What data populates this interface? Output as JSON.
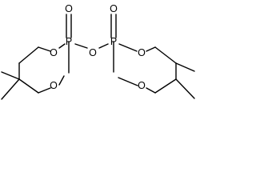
{
  "molecule": {
    "atoms": {
      "O_top_left": "O",
      "O_top_right": "O",
      "P_left": "P",
      "P_right": "P",
      "O_ring_left_top": "O",
      "O_ring_left_bottom": "O",
      "O_bridge": "O",
      "O_ring_right_top": "O",
      "O_ring_right_bottom": "O"
    }
  }
}
